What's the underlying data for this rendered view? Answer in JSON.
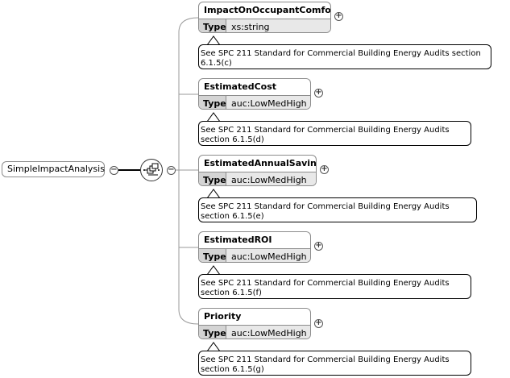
{
  "root": {
    "label": "SimpleImpactAnalysis"
  },
  "type_label": "Type",
  "elements": [
    {
      "name": "ImpactOnOccupantComfort",
      "type": "xs:string",
      "doc": "See SPC 211 Standard for Commercial Building Energy Audits section 6.1.5(c)"
    },
    {
      "name": "EstimatedCost",
      "type": "auc:LowMedHigh",
      "doc": "See SPC 211 Standard for Commercial Building Energy Audits section 6.1.5(d)"
    },
    {
      "name": "EstimatedAnnualSavings",
      "type": "auc:LowMedHigh",
      "doc": "See SPC 211 Standard for Commercial Building Energy Audits section 6.1.5(e)"
    },
    {
      "name": "EstimatedROI",
      "type": "auc:LowMedHigh",
      "doc": "See SPC 211 Standard for Commercial Building Energy Audits section 6.1.5(f)"
    },
    {
      "name": "Priority",
      "type": "auc:LowMedHigh",
      "doc": "See SPC 211 Standard for Commercial Building Energy Audits section 6.1.5(g)"
    }
  ],
  "colors": {
    "border": "#8c8c8c",
    "type_bg": "#e8e8e8",
    "line": "#999999"
  }
}
